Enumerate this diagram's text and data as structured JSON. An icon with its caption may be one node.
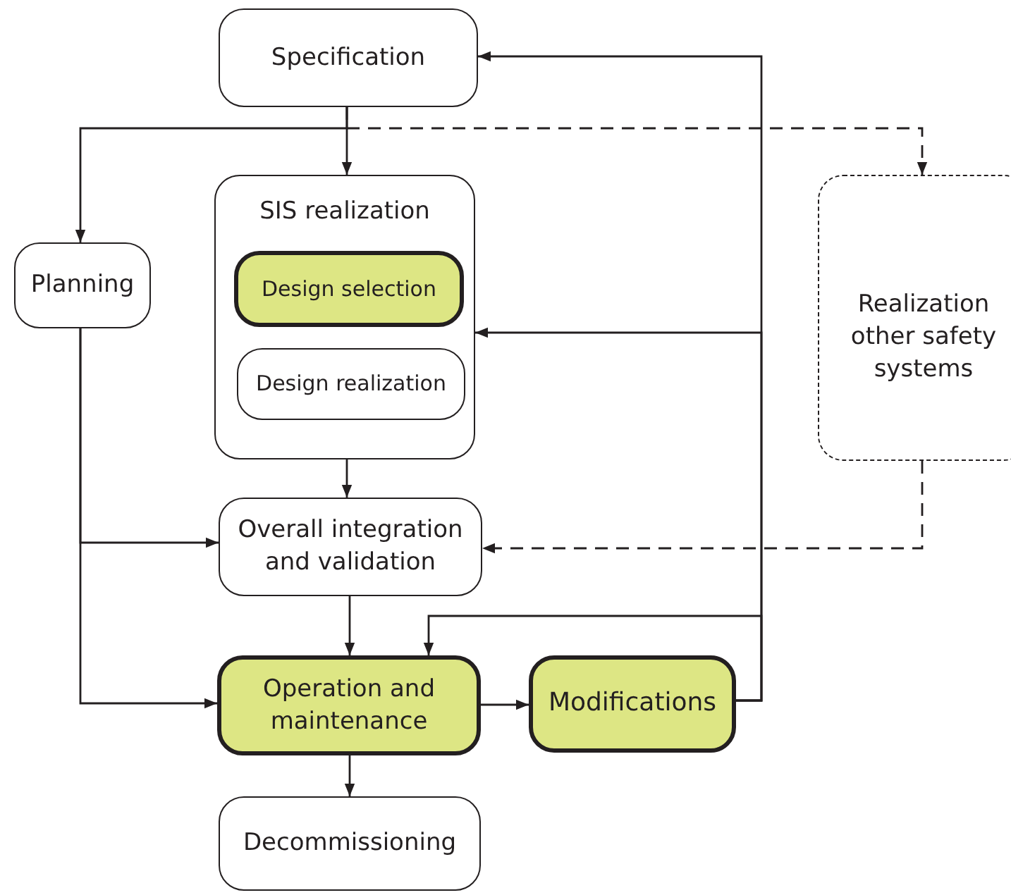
{
  "diagram": {
    "nodes": [
      {
        "text": [
          "Specification"
        ]
      },
      {
        "text": [
          "SIS realization"
        ]
      },
      {
        "text": [
          "Design selection"
        ],
        "in": 1
      },
      {
        "text": [
          "Design realization"
        ],
        "in": 1
      },
      {
        "text": [
          "Planning"
        ]
      },
      {
        "text": [
          "Realization other safety systems"
        ]
      },
      {
        "text": [
          "Overall integration and validation"
        ]
      },
      {
        "text": [
          "Operation and maintenance"
        ]
      },
      {
        "text": [
          "Modifications"
        ]
      },
      {
        "text": [
          "Decommissioning"
        ]
      }
    ],
    "edges": [
      {
        "from": 0,
        "to": 1,
        "arrow": "to"
      },
      {
        "from": 0,
        "to": 4,
        "arrow": "to"
      },
      {
        "from": 0,
        "to": 5,
        "arrow": "to",
        "style": "dashed"
      },
      {
        "from": 1,
        "to": 6,
        "arrow": "to"
      },
      {
        "from": 4,
        "to": 6,
        "arrow": "to"
      },
      {
        "from": 4,
        "to": 7,
        "arrow": "to"
      },
      {
        "from": 5,
        "to": 6,
        "arrow": "to",
        "style": "dashed"
      },
      {
        "from": 6,
        "to": 7,
        "arrow": "to"
      },
      {
        "from": 7,
        "to": 8,
        "arrow": "to"
      },
      {
        "from": 8,
        "to": 0,
        "arrow": "to"
      },
      {
        "from": 8,
        "to": 1,
        "arrow": "to"
      },
      {
        "from": 8,
        "to": 7,
        "arrow": "to"
      },
      {
        "from": 7,
        "to": 9,
        "arrow": "to"
      }
    ]
  }
}
